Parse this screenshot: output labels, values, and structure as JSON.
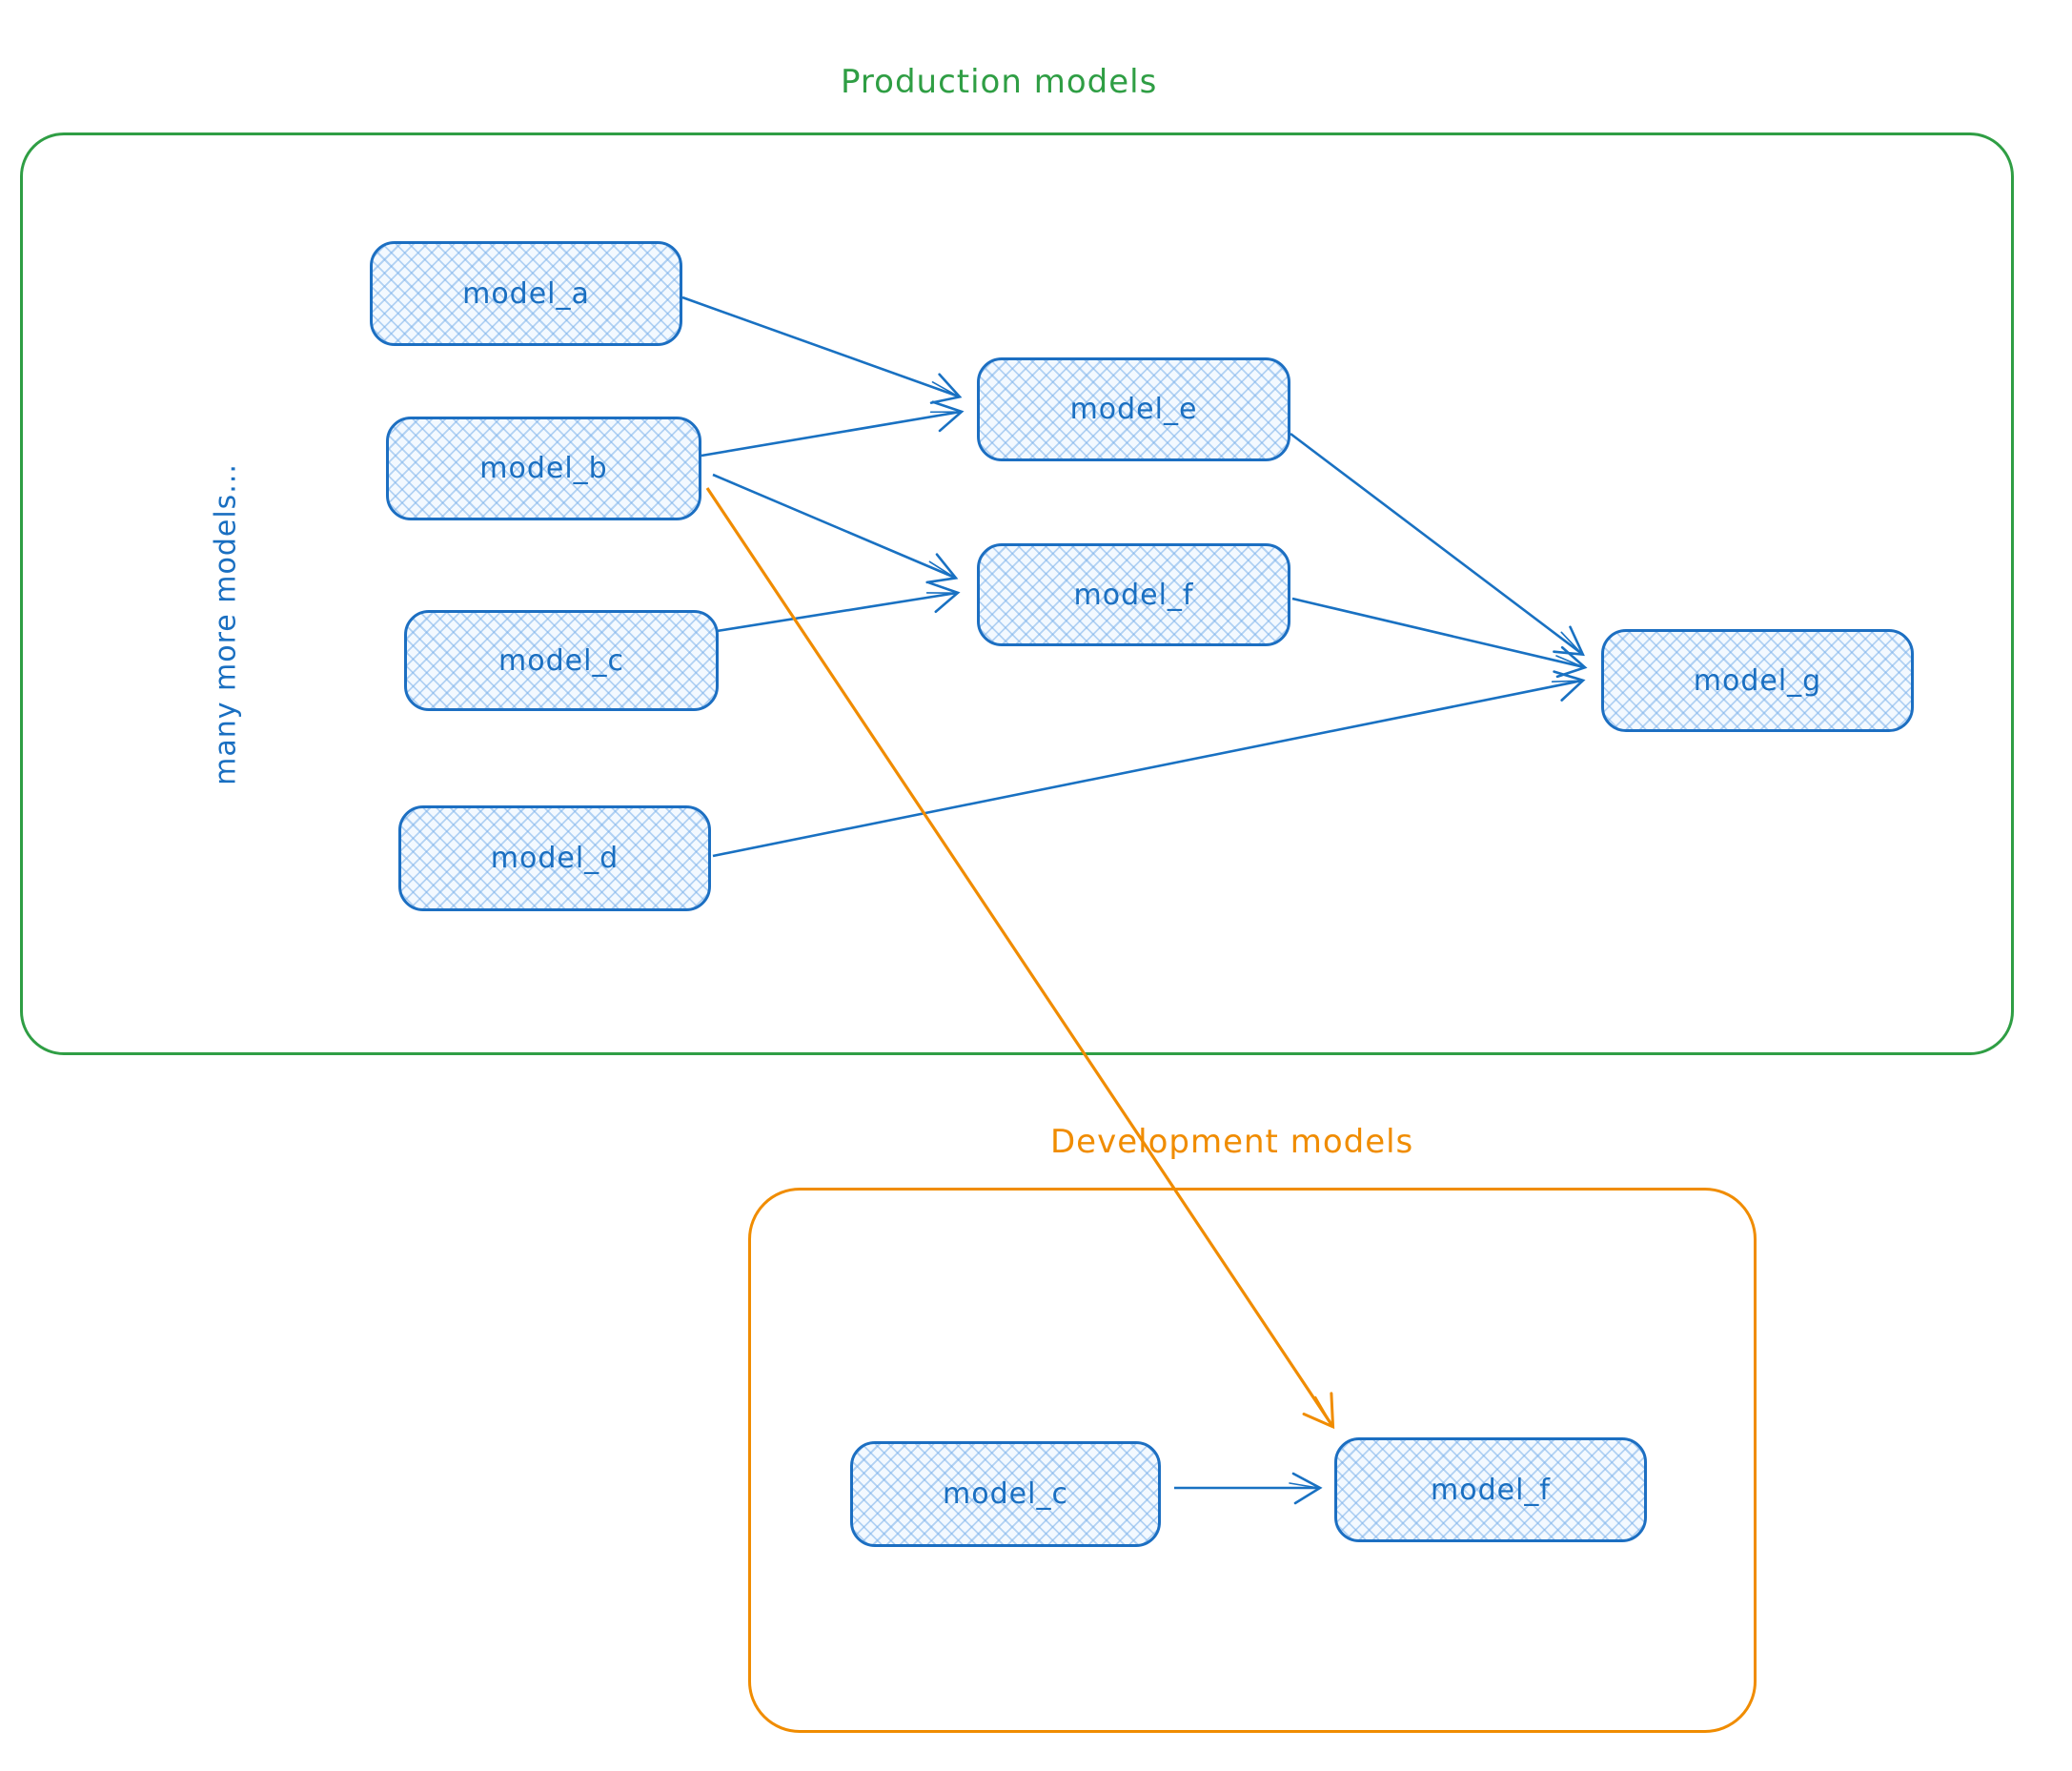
{
  "production": {
    "title": "Production models",
    "side_note": "many more models..."
  },
  "development": {
    "title": "Development models"
  },
  "nodes": {
    "model_a": {
      "label": "model_a"
    },
    "model_b": {
      "label": "model_b"
    },
    "model_c": {
      "label": "model_c"
    },
    "model_d": {
      "label": "model_d"
    },
    "model_e": {
      "label": "model_e"
    },
    "model_f": {
      "label": "model_f"
    },
    "model_g": {
      "label": "model_g"
    },
    "dev_model_c": {
      "label": "model_c"
    },
    "dev_model_f": {
      "label": "model_f"
    }
  },
  "edges": [
    {
      "from": "model_a",
      "to": "model_e",
      "color": "blue"
    },
    {
      "from": "model_b",
      "to": "model_e",
      "color": "blue"
    },
    {
      "from": "model_b",
      "to": "model_f",
      "color": "blue"
    },
    {
      "from": "model_c",
      "to": "model_f",
      "color": "blue"
    },
    {
      "from": "model_e",
      "to": "model_g",
      "color": "blue"
    },
    {
      "from": "model_f",
      "to": "model_g",
      "color": "blue"
    },
    {
      "from": "model_d",
      "to": "model_g",
      "color": "blue"
    },
    {
      "from": "dev_model_c",
      "to": "dev_model_f",
      "color": "blue"
    },
    {
      "from": "model_b",
      "to": "dev_model_f",
      "color": "orange"
    }
  ],
  "colors": {
    "production_border": "#2f9e44",
    "development_border": "#f08c00",
    "node_border": "#1c6fc2",
    "node_fill_hatch": "#a5d8ff",
    "node_text": "#1a6fc1",
    "arrow_blue": "#1971c2",
    "arrow_orange": "#f08c00"
  }
}
